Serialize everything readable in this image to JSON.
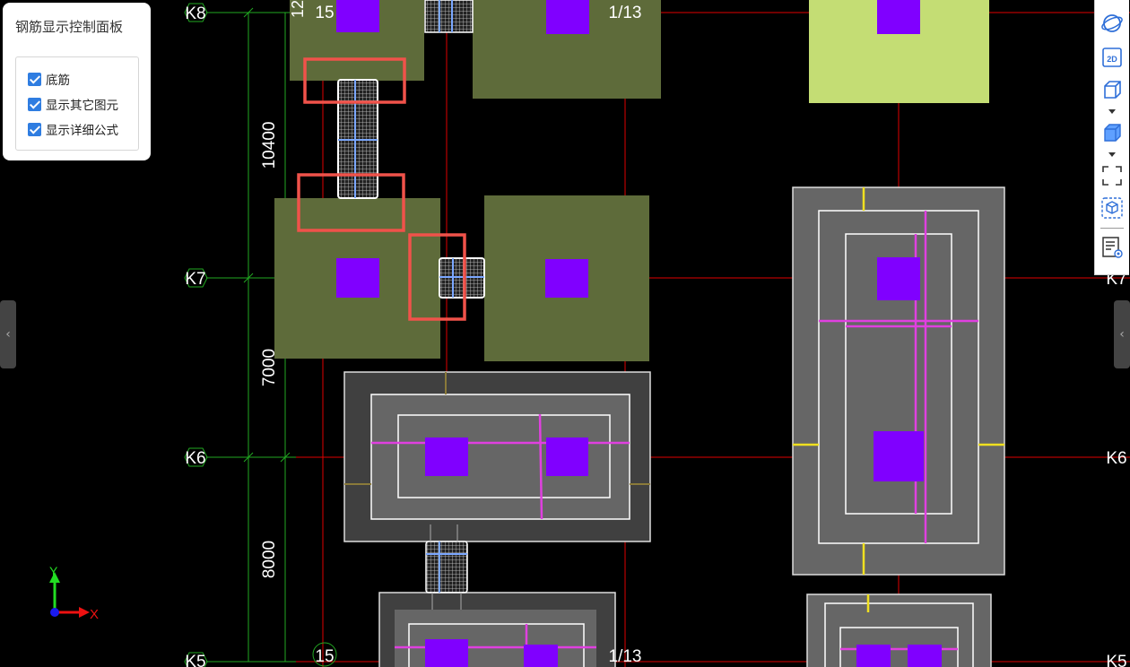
{
  "panel": {
    "title": "钢筋显示控制面板",
    "options": [
      {
        "label": "底筋",
        "checked": true
      },
      {
        "label": "显示其它图元",
        "checked": true
      },
      {
        "label": "显示详细公式",
        "checked": true
      }
    ]
  },
  "axes": {
    "rows": [
      "K8",
      "K7",
      "K6",
      "K5"
    ],
    "left_dimensions": [
      "10400",
      "7000",
      "8000"
    ],
    "top_labels": [
      "15",
      "1/13"
    ],
    "bottom_labels": [
      "15",
      "1/13"
    ],
    "top_partial": "12"
  },
  "coord_axis": {
    "x": "X",
    "y": "Y"
  },
  "toolbar": {
    "buttons": [
      "orbit-view",
      "2d-view",
      "3d-box-view",
      "3d-solid-view",
      "fit-view",
      "element-view",
      "report-view"
    ],
    "view_2d_label": "2D"
  },
  "colors": {
    "background": "#000000",
    "grid_red": "#e00000",
    "grid_green": "#22a822",
    "footing_olive": "#5e6b3a",
    "footing_lime": "#c4dd74",
    "footing_gray": "#666666",
    "column_purple": "#8000ff",
    "rebar_magenta": "#e040e0",
    "highlight_box": "#f0524a"
  }
}
